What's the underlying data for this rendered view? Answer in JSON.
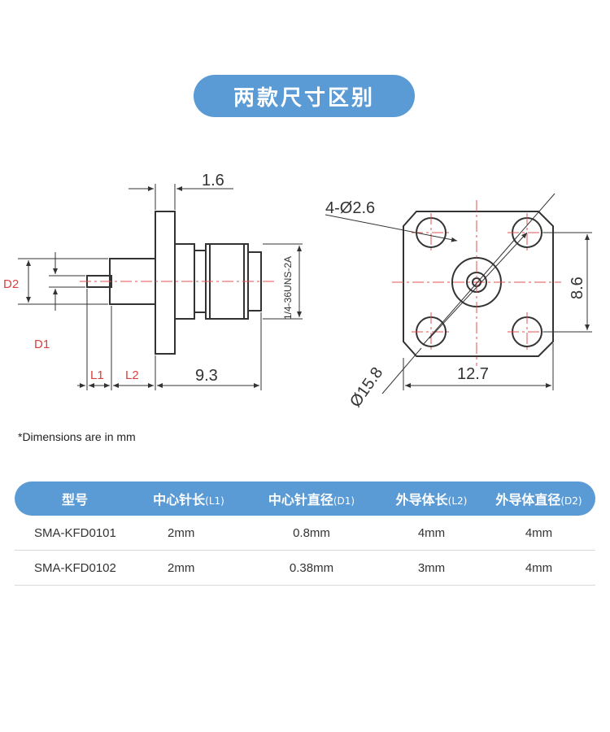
{
  "title": "两款尺寸区别",
  "drawing": {
    "side_view": {
      "dim_top": "1.6",
      "dim_bottom": "9.3",
      "thread_label": "1/4-36UNS-2A",
      "label_d2": "D2",
      "label_d1": "D1",
      "label_l1": "L1",
      "label_l2": "L2"
    },
    "front_view": {
      "hole_label": "4-Ø2.6",
      "height_dim": "8.6",
      "width_dim": "12.7",
      "diag_dim": "Ø15.8"
    },
    "colors": {
      "line": "#333333",
      "center_line": "#e05050",
      "label_red": "#d94040",
      "accent": "#5b9bd5"
    }
  },
  "note": "*Dimensions are in mm",
  "table": {
    "headers": [
      {
        "main": "型号",
        "unit": ""
      },
      {
        "main": "中心针长",
        "unit": "(L1)"
      },
      {
        "main": "中心针直径",
        "unit": "(D1)"
      },
      {
        "main": "外导体长",
        "unit": "(L2)"
      },
      {
        "main": "外导体直径",
        "unit": "(D2)"
      }
    ],
    "rows": [
      [
        "SMA-KFD0101",
        "2mm",
        "0.8mm",
        "4mm",
        "4mm"
      ],
      [
        "SMA-KFD0102",
        "2mm",
        "0.38mm",
        "3mm",
        "4mm"
      ]
    ]
  }
}
